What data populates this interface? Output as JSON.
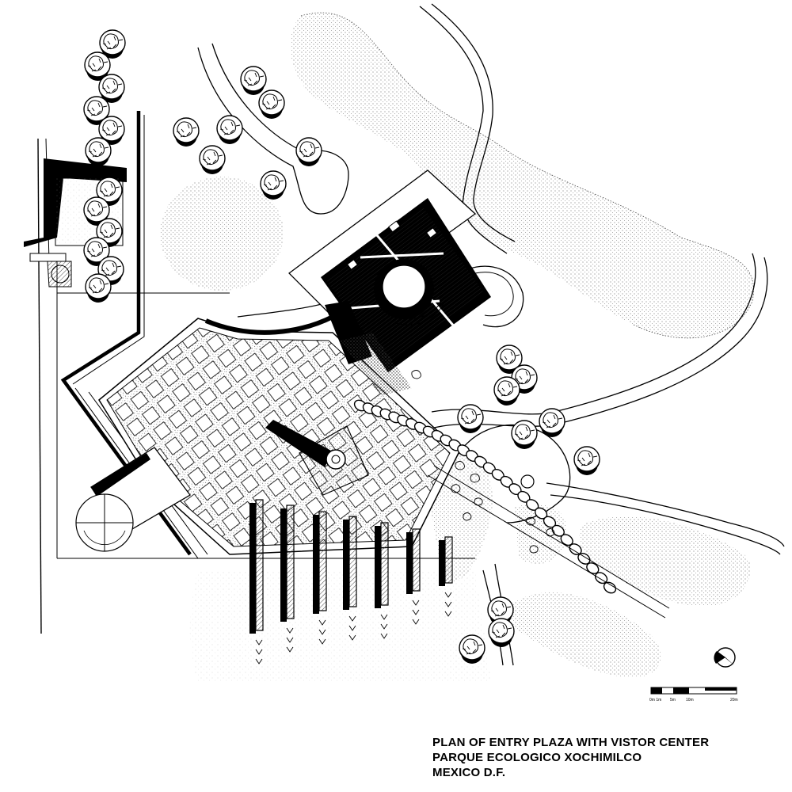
{
  "title_block": {
    "line1": "PLAN OF ENTRY PLAZA WITH VISTOR CENTER",
    "line2": "PARQUE ECOLOGICO XOCHIMILCO",
    "line3": "MEXICO D.F."
  },
  "scale_bar": {
    "labels": [
      "0m 1m",
      "5m",
      "10m",
      "20m"
    ]
  },
  "colors": {
    "ink": "#000000",
    "paper": "#ffffff",
    "stipple": "#555555"
  },
  "icons": [
    "north-arrow-icon",
    "tree-icon"
  ]
}
